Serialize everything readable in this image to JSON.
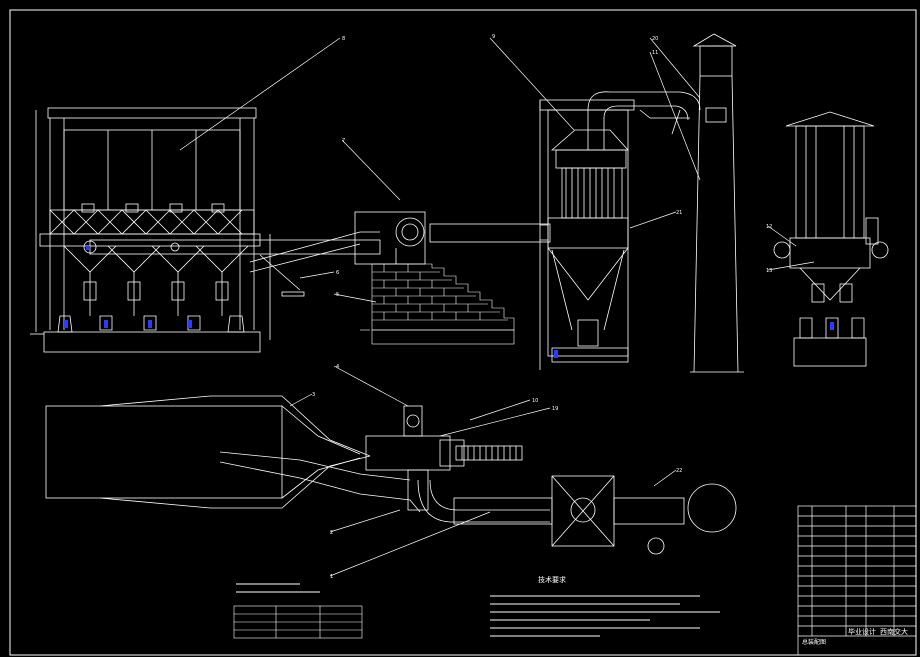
{
  "colors": {
    "background": "#000000",
    "line": "#ffffff",
    "accent": "#2a3cff"
  },
  "callouts": [
    "8",
    "7",
    "6",
    "5",
    "9",
    "20",
    "11",
    "21",
    "12",
    "13",
    "4",
    "3",
    "10",
    "19",
    "2",
    "1",
    "22"
  ],
  "notes_heading": "技术要求",
  "title_block": {
    "label": "毕业设计",
    "school": "西南交大",
    "drawing_name": "总装配图"
  }
}
